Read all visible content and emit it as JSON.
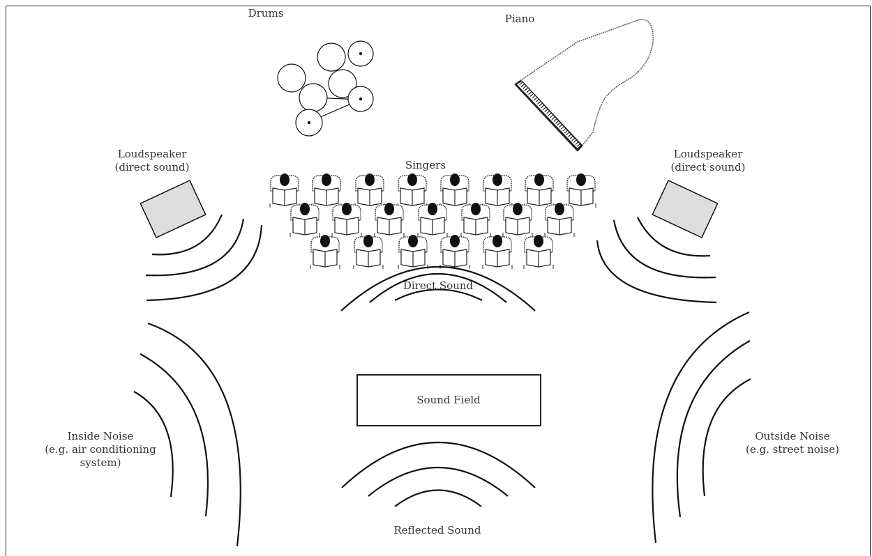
{
  "labels": {
    "drums": "Drums",
    "piano": "Piano",
    "singers": "Singers",
    "loudspeaker_left_1": "Loudspeaker",
    "loudspeaker_left_2": "(direct sound)",
    "loudspeaker_right_1": "Loudspeaker",
    "loudspeaker_right_2": "(direct sound)",
    "direct_sound": "Direct Sound",
    "sound_field": "Sound Field",
    "inside_noise_1": "Inside Noise",
    "inside_noise_2": "(e.g. air conditioning",
    "inside_noise_3": "system)",
    "outside_noise_1": "Outside Noise",
    "outside_noise_2": "(e.g. street noise)",
    "reflected_sound": "Reflected Sound"
  },
  "colors": {
    "stroke": "#111111",
    "speaker_fill": "#dddddd",
    "text": "#333333"
  }
}
